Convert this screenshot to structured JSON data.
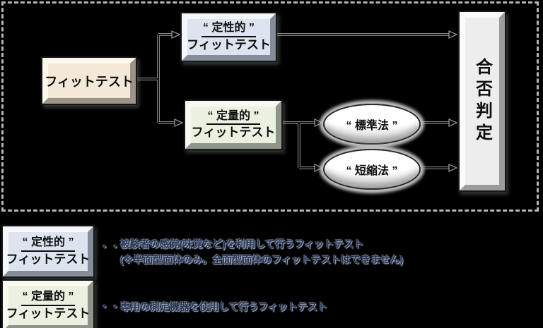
{
  "flowchart": {
    "root": {
      "label": "フィットテスト"
    },
    "qualitative": {
      "line1": "“ 定性的 ”",
      "line2": "フィットテスト"
    },
    "quantitative": {
      "line1": "“ 定量的 ”",
      "line2": "フィットテスト"
    },
    "standard_method": {
      "label": "“ 標準法 ”"
    },
    "shortened_method": {
      "label": "“ 短縮法 ”"
    },
    "result": {
      "label": "合否判定"
    }
  },
  "legend": {
    "qualitative": {
      "box_line1": "“ 定性的 ”",
      "box_line2": "フィットテスト",
      "dots": "・・・",
      "desc_line1": "被験者の感覚(味覚など)を利用して行うフィットテスト",
      "desc_line2": "(※半面型面体のみ。全面型面体のフィットテストはできません)"
    },
    "quantitative": {
      "box_line1": "“ 定量的 ”",
      "box_line2": "フィットテスト",
      "dots": "・・・",
      "desc_line1": "専用の測定機器を使用して行うフィットテスト"
    }
  },
  "colors": {
    "background": "#000000",
    "dashed_border": "#b5b5b5",
    "root_box_face": "#f4e9d8",
    "qualitative_box_face": "#dde4ef",
    "quantitative_box_face": "#eaf1e1",
    "result_box_face": "#ededed",
    "ellipse_fill": "#ffffff",
    "legend_text": "#27344e"
  }
}
